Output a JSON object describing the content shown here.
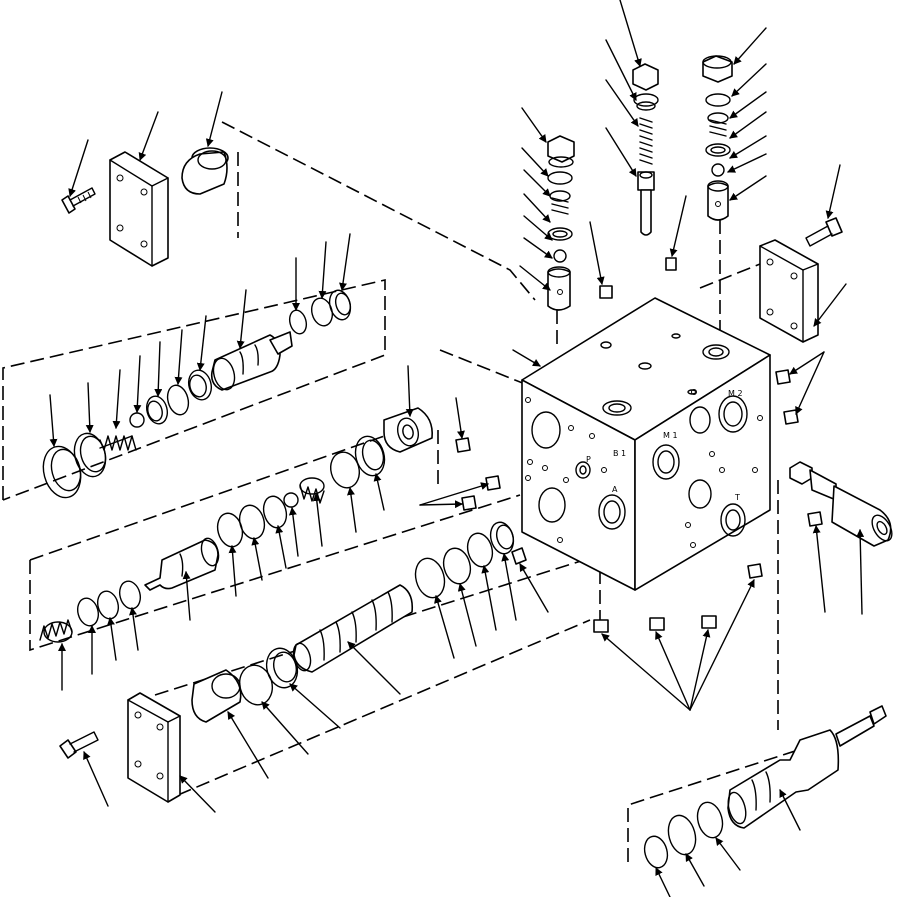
{
  "port_labels": {
    "m1": "M 1",
    "m2": "M 2",
    "b1": "B 1",
    "p": "P",
    "a": "A",
    "t": "T"
  }
}
